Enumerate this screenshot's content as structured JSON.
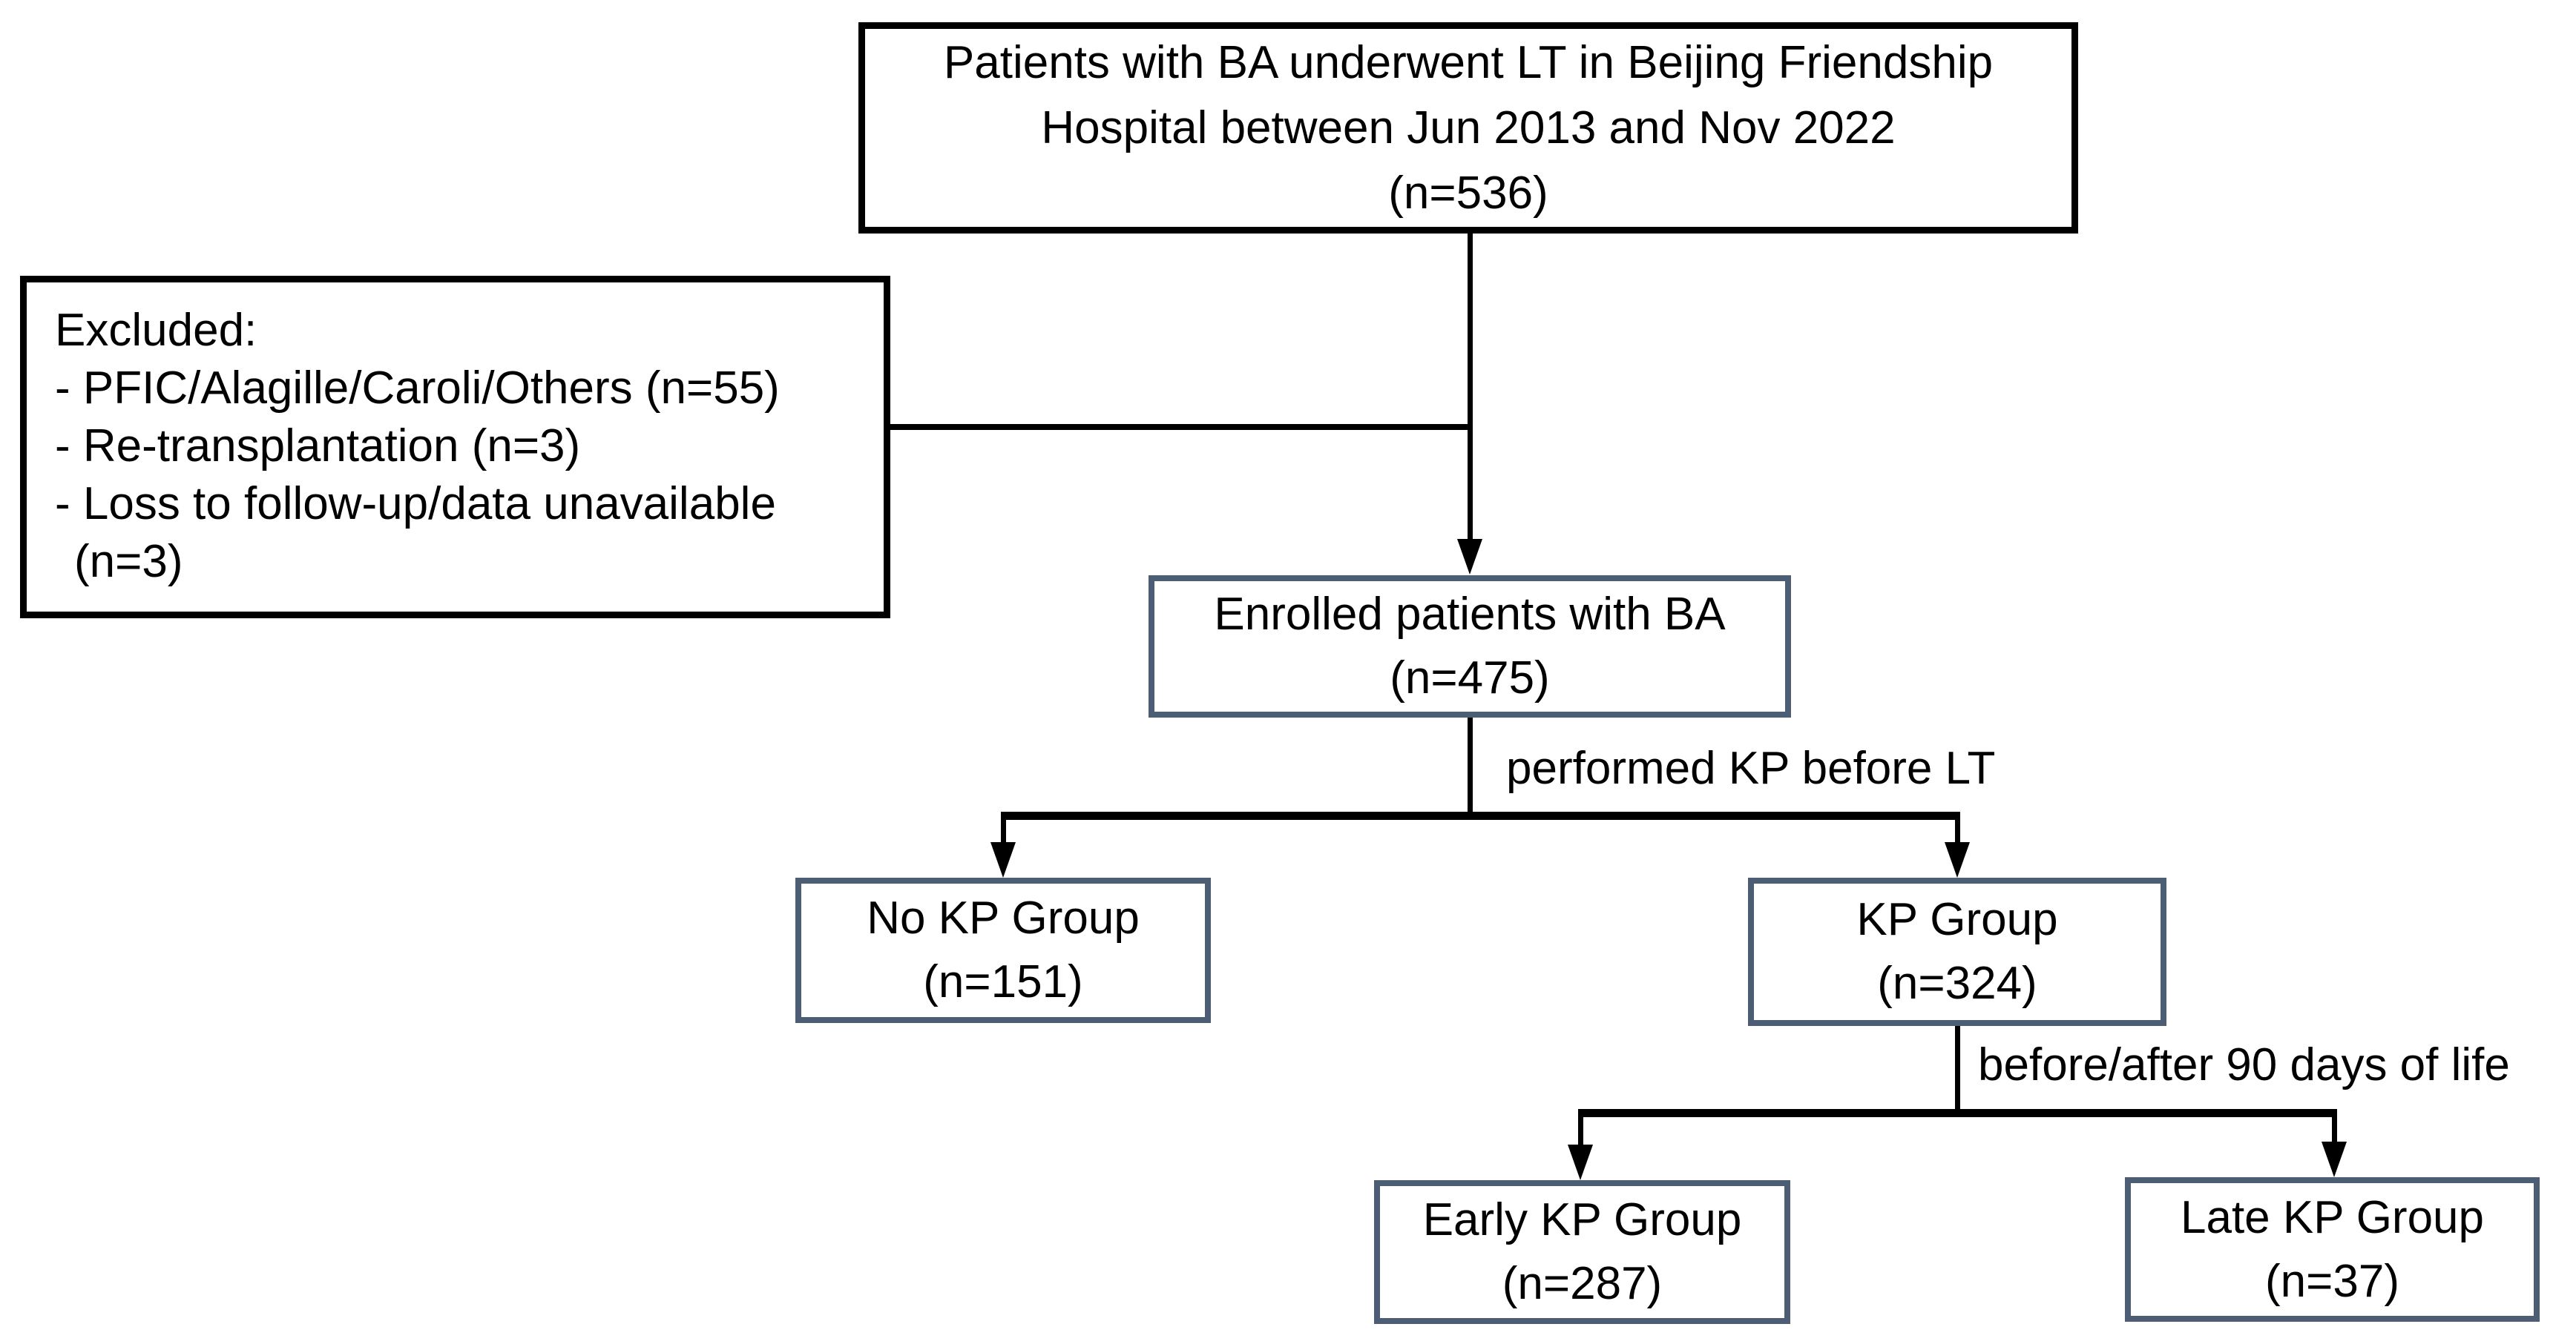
{
  "diagram": {
    "background_color": "#ffffff",
    "black_border_color": "#000000",
    "slate_border_color": "#4d5d73",
    "text_color": "#000000",
    "nodes": {
      "top": {
        "lines": [
          "Patients with BA underwent LT in Beijing Friendship",
          "Hospital between Jun 2013 and Nov 2022",
          "(n=536)"
        ]
      },
      "excluded": {
        "lines": [
          "Excluded:",
          "- PFIC/Alagille/Caroli/Others (n=55)",
          "- Re-transplantation (n=3)",
          "- Loss to follow-up/data unavailable",
          "(n=3)"
        ]
      },
      "enrolled": {
        "lines": [
          "Enrolled patients with BA",
          "(n=475)"
        ]
      },
      "no_kp": {
        "lines": [
          "No KP Group",
          "(n=151)"
        ]
      },
      "kp": {
        "lines": [
          "KP Group",
          "(n=324)"
        ]
      },
      "early_kp": {
        "lines": [
          "Early KP Group",
          "(n=287)"
        ]
      },
      "late_kp": {
        "lines": [
          "Late KP Group",
          "(n=37)"
        ]
      }
    },
    "edge_labels": {
      "kp_before_lt": "performed KP before LT",
      "ninety_days": "before/after 90 days of life"
    }
  }
}
